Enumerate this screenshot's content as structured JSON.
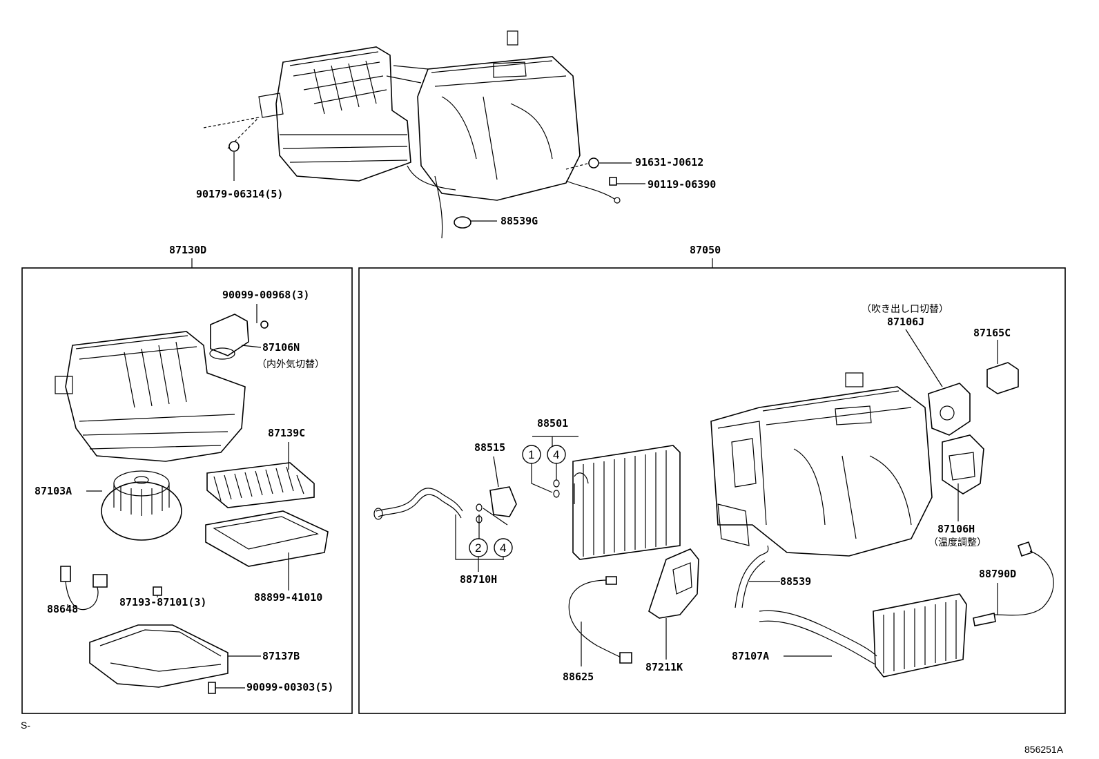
{
  "top_assembly": {
    "labels": [
      "90179-06314(5)",
      "91631-J0612",
      "90119-06390",
      "88539G"
    ]
  },
  "left_group": {
    "title": "87130D",
    "labels": {
      "p1": "90099-00968(3)",
      "p2": "87106N",
      "p2_note": "（内外気切替）",
      "p3": "87139C",
      "p4": "87103A",
      "p5": "88648",
      "p6": "87193-87101(3)",
      "p7": "88899-41010",
      "p8": "87137B",
      "p9": "90099-00303(5)"
    }
  },
  "right_group": {
    "title": "87050",
    "labels": {
      "p1_note": "（吹き出し口切替）",
      "p1": "87106J",
      "p2": "87165C",
      "p3": "88501",
      "p4": "88515",
      "p5": "88710H",
      "p6": "87106H",
      "p6_note": "（温度調整）",
      "p7": "88539",
      "p8": "88790D",
      "p9": "87107A",
      "p10": "88625",
      "p11": "87211K"
    },
    "callouts": [
      "1",
      "4",
      "2",
      "4"
    ]
  },
  "footer": {
    "left_code": "S-",
    "right_code": "856251A"
  }
}
